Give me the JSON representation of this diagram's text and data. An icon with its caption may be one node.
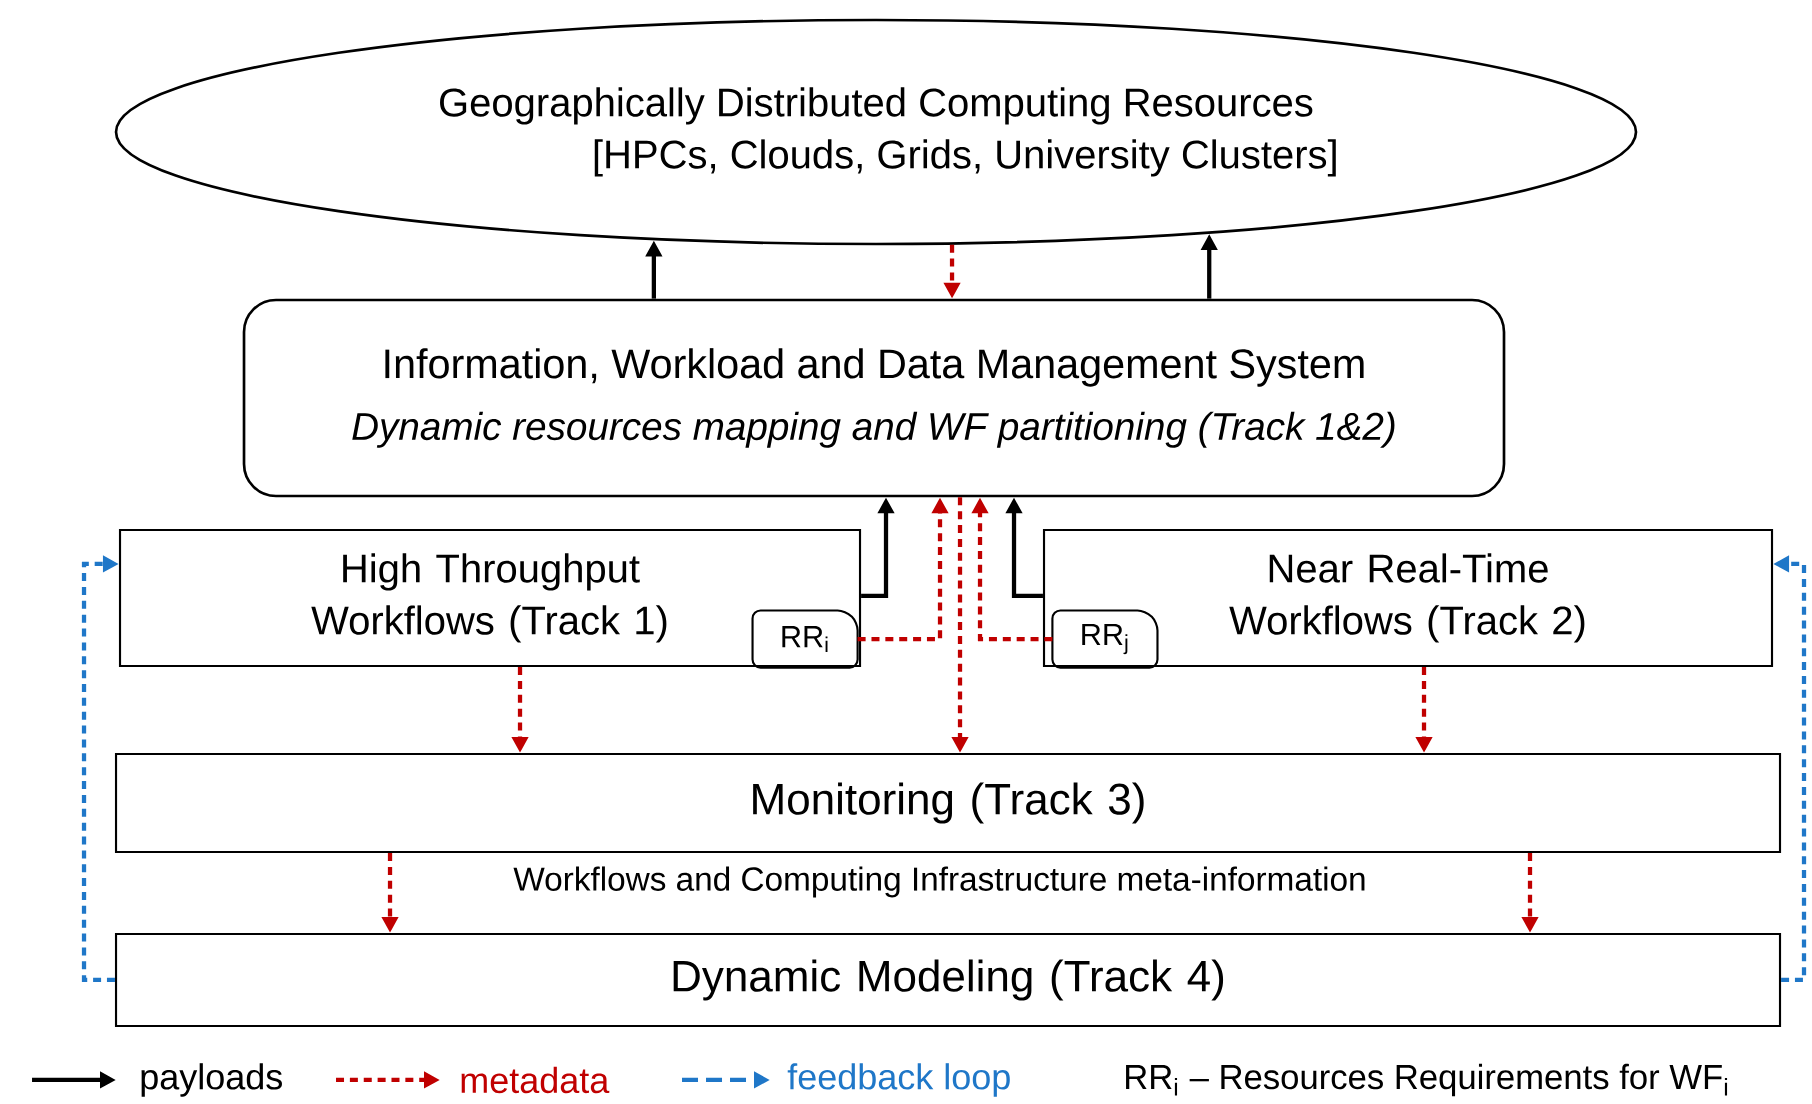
{
  "diagram": {
    "nodes": [
      {
        "text": [
          "Geographically Distributed Computing Resources",
          "[HPCs, Clouds, Grids, University Clusters]"
        ]
      },
      {
        "text": [
          "Information, Workload and Data Management  System",
          "Dynamic resources mapping and WF partitioning (Track 1&2)"
        ]
      },
      {
        "text": [
          "High Throughput Workflows (Track 1)"
        ]
      },
      {
        "text": [
          "RR$_{i}$"
        ],
        "in": 2
      },
      {
        "text": [
          "Near Real-Time Workflows (Track 2)"
        ]
      },
      {
        "text": [
          "RR$_{j}$"
        ],
        "in": 4
      },
      {
        "text": [
          "Monitoring (Track 3)"
        ]
      },
      {
        "text": [
          "Dynamic Modeling (Track 4)"
        ]
      }
    ],
    "edges": [
      {
        "from": 1,
        "to": 0,
        "arrow": "to",
        "color": "#000000"
      },
      {
        "from": 0,
        "to": 1,
        "arrow": "to",
        "style": "dashed",
        "color": "#c00000"
      },
      {
        "from": 1,
        "to": 0,
        "arrow": "to",
        "color": "#000000"
      },
      {
        "from": 2,
        "to": 1,
        "arrow": "to",
        "color": "#000000"
      },
      {
        "from": 3,
        "to": 1,
        "arrow": "to",
        "style": "dashed",
        "color": "#c00000"
      },
      {
        "from": 1,
        "to": 6,
        "arrow": "to",
        "style": "dashed",
        "color": "#c00000"
      },
      {
        "from": 5,
        "to": 1,
        "arrow": "to",
        "style": "dashed",
        "color": "#c00000"
      },
      {
        "from": 4,
        "to": 1,
        "arrow": "to",
        "color": "#000000"
      },
      {
        "from": 2,
        "to": 6,
        "arrow": "to",
        "style": "dashed",
        "color": "#c00000"
      },
      {
        "from": 4,
        "to": 6,
        "arrow": "to",
        "style": "dashed",
        "color": "#c00000"
      },
      {
        "from": 6,
        "to": 7,
        "arrow": "to",
        "style": "dashed",
        "color": "#c00000"
      },
      {
        "from": 6,
        "to": 7,
        "arrow": "to",
        "style": "dashed",
        "color": "#c00000"
      },
      {
        "from": 7,
        "to": 2,
        "arrow": "to",
        "style": "dashed",
        "color": "#1f77c8"
      },
      {
        "from": 7,
        "to": 4,
        "arrow": "to",
        "style": "dashed",
        "color": "#1f77c8"
      }
    ],
    "labels": [
      "Workflows and Computing Infrastructure meta-information",
      "RR$_{i}$ – Resources Requirements for WF$_{i}$"
    ],
    "legend": [
      {
        "text": "payloads"
      },
      {
        "text": "metadata"
      },
      {
        "text": "feedback loop"
      }
    ]
  }
}
